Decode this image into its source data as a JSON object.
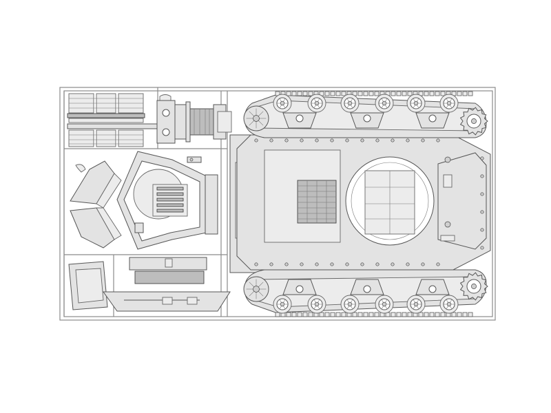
{
  "colors": {
    "background": "#ffffff",
    "runner_frame": "#8a8a8a",
    "part_fill": "#e3e3e3",
    "part_outline": "#555555"
  },
  "sprue": {
    "wheel_count_per_track": 6,
    "sprocket_count": 2,
    "idler_count": 2
  }
}
